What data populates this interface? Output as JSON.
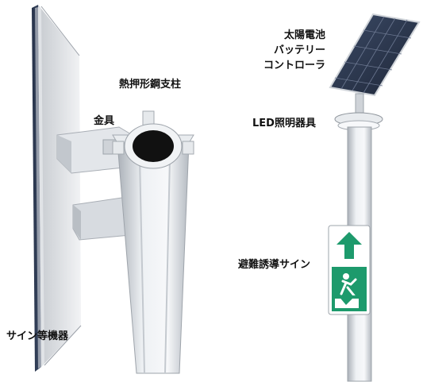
{
  "labels": {
    "pole": "熱押形鋼支柱",
    "bracket": "金具",
    "sign_equipment": "サイン等機器",
    "solar_line1": "太陽電池",
    "solar_line2": "バッテリー",
    "solar_line3": "コントローラ",
    "led": "LED照明器具",
    "evac_sign": "避難誘導サイン"
  },
  "colors": {
    "sign_green": "#1d9a6c",
    "panel_dark": "#2b3446",
    "metal": "#d9dde2"
  }
}
